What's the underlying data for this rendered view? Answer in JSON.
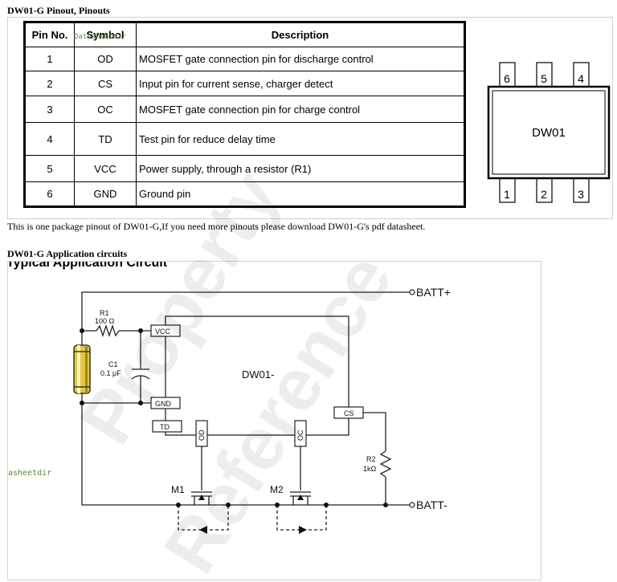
{
  "section_pinout": {
    "title": "DW01-G Pinout, Pinouts",
    "table": {
      "headers": [
        "Pin No.",
        "Symbol",
        "Description"
      ],
      "rows": [
        [
          "1",
          "OD",
          "MOSFET gate connection pin for discharge control"
        ],
        [
          "2",
          "CS",
          "Input pin for current sense, charger detect"
        ],
        [
          "3",
          "OC",
          "MOSFET gate connection pin for charge control"
        ],
        [
          "4",
          "TD",
          "Test pin for reduce delay time"
        ],
        [
          "5",
          "VCC",
          "Power supply, through a resistor (R1)"
        ],
        [
          "6",
          "GND",
          "Ground pin"
        ]
      ]
    },
    "package": {
      "chip_label": "DW01",
      "top_pins": [
        "6",
        "5",
        "4"
      ],
      "bottom_pins": [
        "1",
        "2",
        "3"
      ]
    },
    "note": "This is one package pinout of DW01-G,If you need more pinouts please download DW01-G's pdf datasheet."
  },
  "section_circuit": {
    "title": "DW01-G Application circuits",
    "cut_heading": "Typical Application Circuit",
    "labels": {
      "batt_plus": "BATT+",
      "batt_minus": "BATT-",
      "r1": "R1",
      "r1_value": "100 Ω",
      "c1": "C1",
      "c1_value": "0.1 μF",
      "ic": "DW01-",
      "vcc": "VCC",
      "gnd": "GND",
      "td": "TD",
      "cs": "CS",
      "od": "OD",
      "oc": "OC",
      "r2": "R2",
      "r2_value": "1kΩ",
      "m1": "M1",
      "m2": "M2"
    }
  },
  "watermarks": {
    "table": "Datasheetdir",
    "circuit": "asheetdir",
    "overlay": [
      "Property",
      "Reference"
    ]
  }
}
